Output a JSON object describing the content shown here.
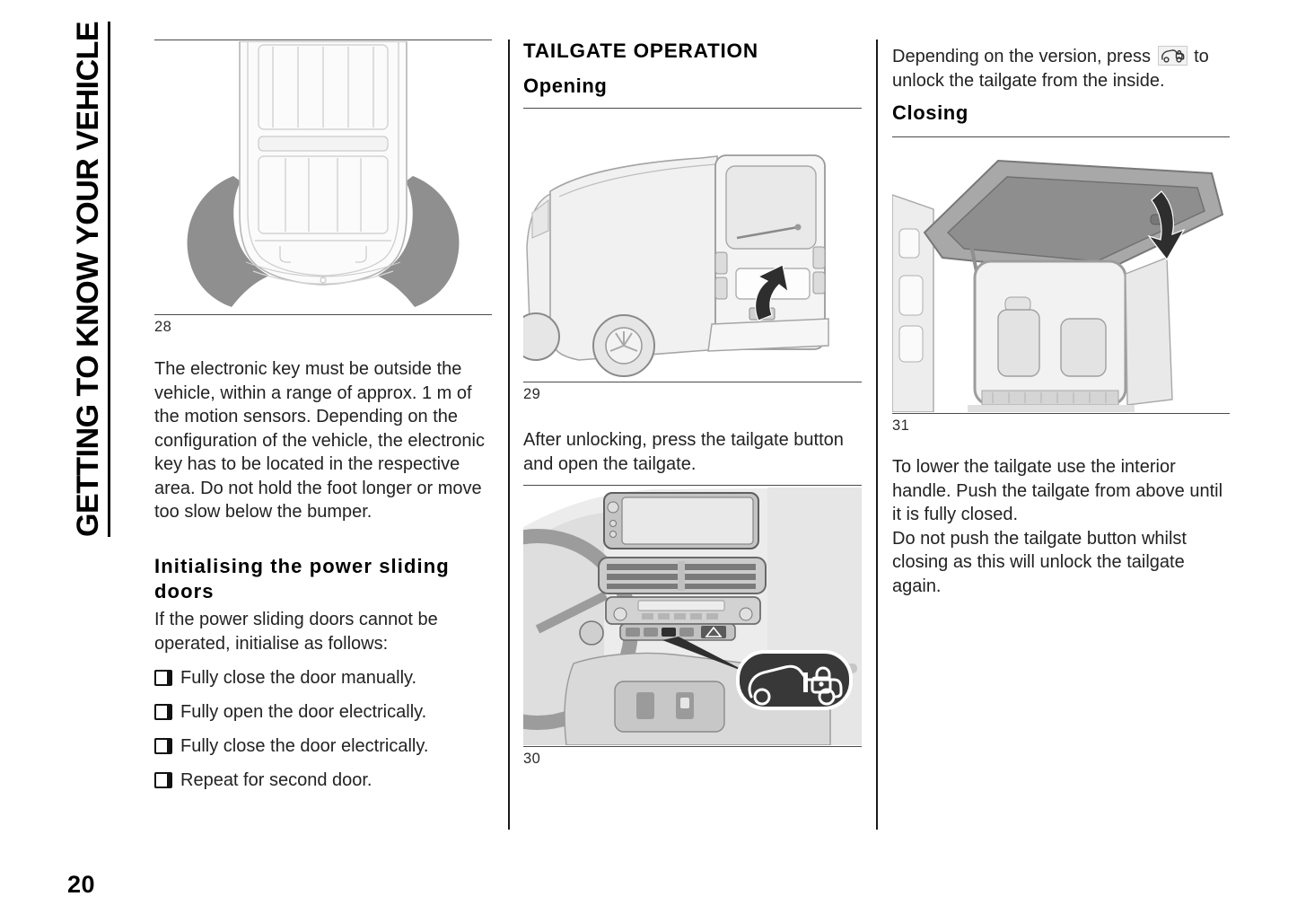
{
  "sidebar": {
    "chapter_title": "GETTING TO KNOW YOUR VEHICLE"
  },
  "page": {
    "number": "20"
  },
  "colors": {
    "sensor_zone_gray": "#8f8f8f",
    "arrow_dark": "#2e2e2e",
    "callout_dark": "#383838",
    "text_black": "#1d1d1d"
  },
  "icons": {
    "step_bullet": "open-square-bullet-icon",
    "tailgate_unlock_inline": "van-lock-icon",
    "callout_button": "van-lock-callout-icon",
    "figure29_arrow": "curved-arrow-up-icon",
    "figure31_arrow": "curved-arrow-down-icon"
  },
  "col1": {
    "figure28_caption": "28",
    "para1": "The electronic key must be outside the vehicle, within a range of approx. 1 m of the motion sensors. Depending on the configuration of the vehicle, the electronic key has to be located in the respective area. Do not hold the foot longer or move too slow below the bumper.",
    "heading": "Initialising the power sliding doors",
    "para2": "If the power sliding doors cannot be operated, initialise as follows:",
    "steps": [
      "Fully close the door manually.",
      "Fully open the door electrically.",
      "Fully close the door electrically.",
      "Repeat for second door."
    ]
  },
  "col2": {
    "section_title": "TAILGATE OPERATION",
    "subheading_opening": "Opening",
    "figure29_caption": "29",
    "para1": "After unlocking, press the tailgate button and open the tailgate.",
    "figure30_caption": "30"
  },
  "col3": {
    "para1_before_icon": "Depending on the version, press",
    "para1_after_icon": "to unlock the tailgate from the inside.",
    "subheading_closing": "Closing",
    "figure31_caption": "31",
    "para2": "To lower the tailgate use the interior handle. Push the tailgate from above until it is fully closed.",
    "para3": "Do not push the tailgate button whilst closing as this will unlock the tailgate again."
  }
}
